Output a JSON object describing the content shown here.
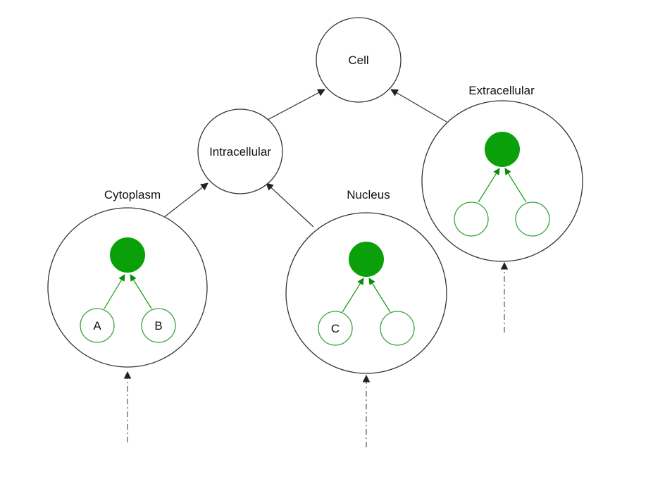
{
  "colors": {
    "green": "#0aa00a",
    "leaf_stroke": "#3aa33a",
    "line": "#333333"
  },
  "nodes": {
    "cell": "Cell",
    "intracellular": "Intracellular"
  },
  "groups": {
    "cytoplasm": {
      "label": "Cytoplasm",
      "leaves": [
        "A",
        "B"
      ]
    },
    "nucleus": {
      "label": "Nucleus",
      "leaves": [
        "C",
        ""
      ]
    },
    "extracellular": {
      "label": "Extracellular",
      "leaves": [
        "",
        ""
      ]
    }
  }
}
